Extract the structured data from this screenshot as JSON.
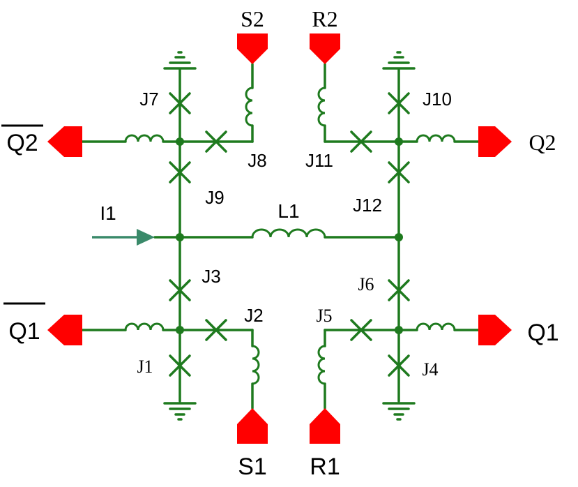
{
  "colors": {
    "wire": "#1e7a1e",
    "port": "#ff0000",
    "current_arrow": "#3a8a6a"
  },
  "ports": {
    "s2": "S2",
    "r2": "R2",
    "q2_bar": "Q2",
    "q2": "Q2",
    "q1_bar": "Q1",
    "q1": "Q1",
    "s1": "S1",
    "r1": "R1"
  },
  "junctions": {
    "j1": "J1",
    "j2": "J2",
    "j3": "J3",
    "j4": "J4",
    "j5": "J5",
    "j6": "J6",
    "j7": "J7",
    "j8": "J8",
    "j9": "J9",
    "j10": "J10",
    "j11": "J11",
    "j12": "J12"
  },
  "inductors": {
    "l1": "L1"
  },
  "sources": {
    "i1": "I1"
  }
}
